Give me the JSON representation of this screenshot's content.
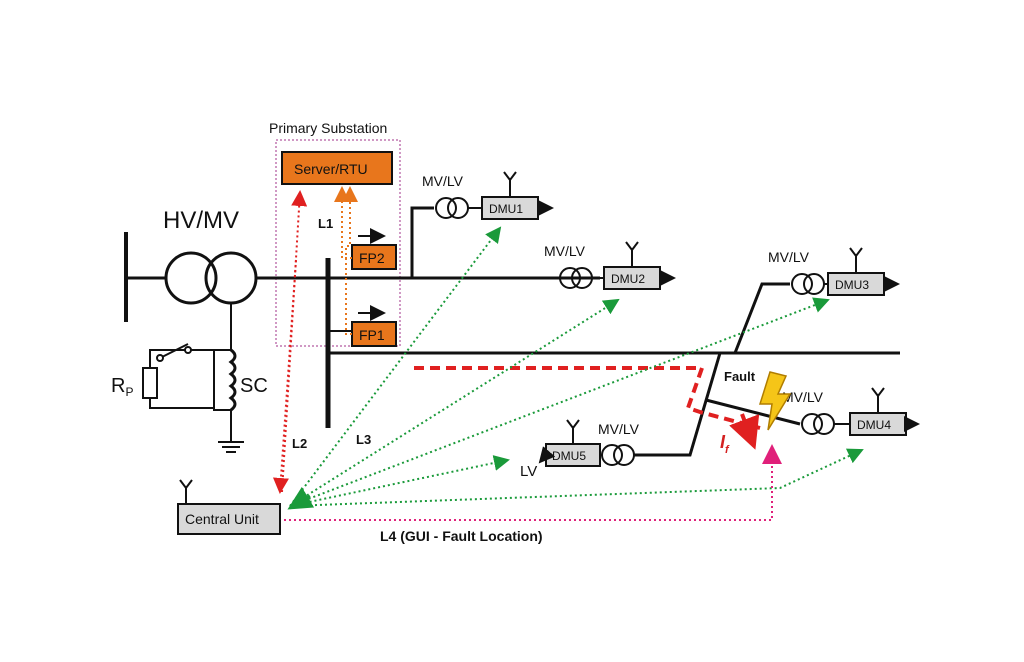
{
  "labels": {
    "primary_substation": "Primary Substation",
    "server_rtu": "Server/RTU",
    "hv_mv": "HV/MV",
    "sc": "SC",
    "rp_main": "R",
    "rp_sub": "P",
    "fp1": "FP1",
    "fp2": "FP2",
    "mvlv_1": "MV/LV",
    "mvlv_2": "MV/LV",
    "mvlv_3": "MV/LV",
    "mvlv_4": "MV/LV",
    "mvlv_5": "MV/LV",
    "dmu1": "DMU1",
    "dmu2": "DMU2",
    "dmu3": "DMU3",
    "dmu4": "DMU4",
    "dmu5": "DMU5",
    "lv": "LV",
    "fault": "Fault",
    "if_main": "I",
    "if_sub": "f",
    "central_unit": "Central Unit",
    "l1": "L1",
    "l2": "L2",
    "l3": "L3",
    "l4": "L4 (GUI - Fault Location)"
  },
  "colors": {
    "primary_substation": "#a0308a",
    "orange_box": "#e8761c",
    "l1_link": "#e8761c",
    "l2_link": "#e02020",
    "l3_link": "#1a9a3a",
    "l4_link": "#e0207a",
    "fault_text": "#d42020",
    "fault_path": "#e02020",
    "bolt": "#f5c518",
    "device_box": "#d9d9d9"
  }
}
